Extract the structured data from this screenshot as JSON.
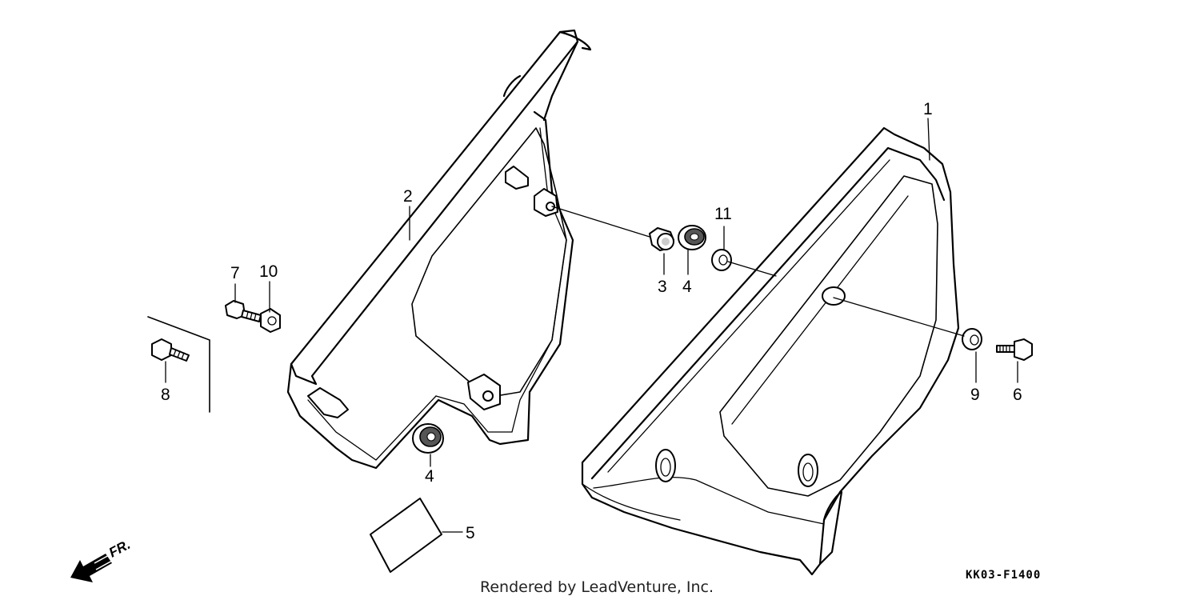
{
  "callouts": {
    "c1": "1",
    "c2": "2",
    "c3": "3",
    "c4a": "4",
    "c4b": "4",
    "c5": "5",
    "c6": "6",
    "c7": "7",
    "c8": "8",
    "c9": "9",
    "c10": "10",
    "c11": "11"
  },
  "direction_label": "FR.",
  "diagram_code": "KK03-F1400",
  "footer": "Rendered by LeadVenture, Inc.",
  "icons": {
    "direction": "arrow-front-icon"
  }
}
